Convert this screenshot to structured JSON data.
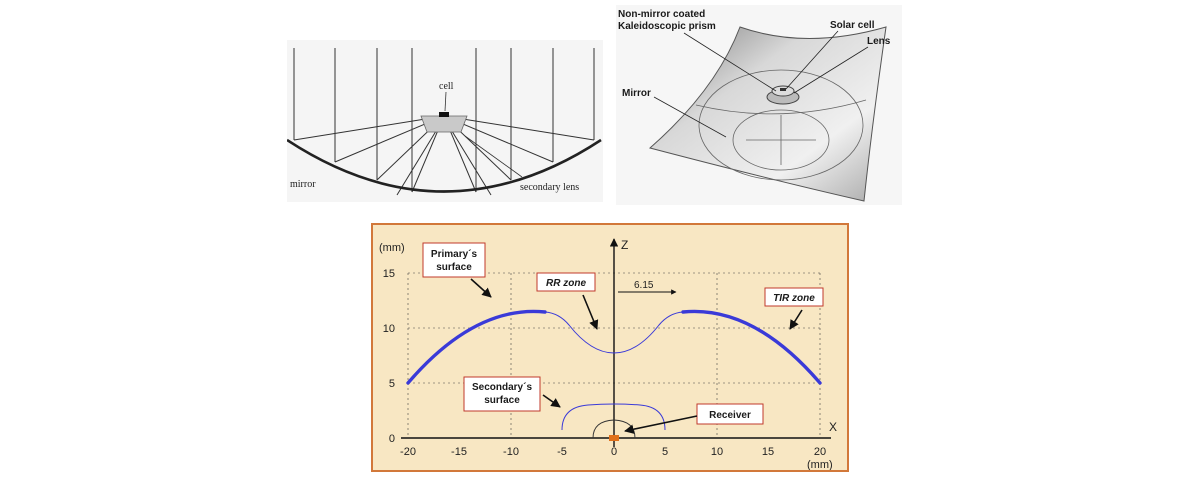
{
  "panel_a": {
    "cell_label": "cell",
    "mirror_label": "mirror",
    "lens_label": "secondary lens"
  },
  "panel_b": {
    "prism_label_line1": "Non-mirror coated",
    "prism_label_line2": "Kaleidoscopic prism",
    "solar_cell_label": "Solar cell",
    "lens_label": "Lens",
    "mirror_label": "Mirror"
  },
  "panel_c": {
    "y_unit": "(mm)",
    "x_unit": "(mm)",
    "z_axis_label": "Z",
    "x_axis_label": "X",
    "y_ticks": [
      "15",
      "10",
      "5",
      "0"
    ],
    "x_ticks": [
      "-20",
      "-15",
      "-10",
      "-5",
      "0",
      "5",
      "10",
      "15",
      "20"
    ],
    "dimension_value": "6.15",
    "primary_line1": "Primary´s",
    "primary_line2": "surface",
    "rr_zone": "RR zone",
    "tir_zone": "TIR zone",
    "secondary_line1": "Secondary´s",
    "secondary_line2": "surface",
    "receiver": "Receiver",
    "colors": {
      "curve": "#3a3ad8",
      "frame": "#d2783a",
      "background": "#f8e7c3",
      "receiver": "#e0701a"
    }
  }
}
